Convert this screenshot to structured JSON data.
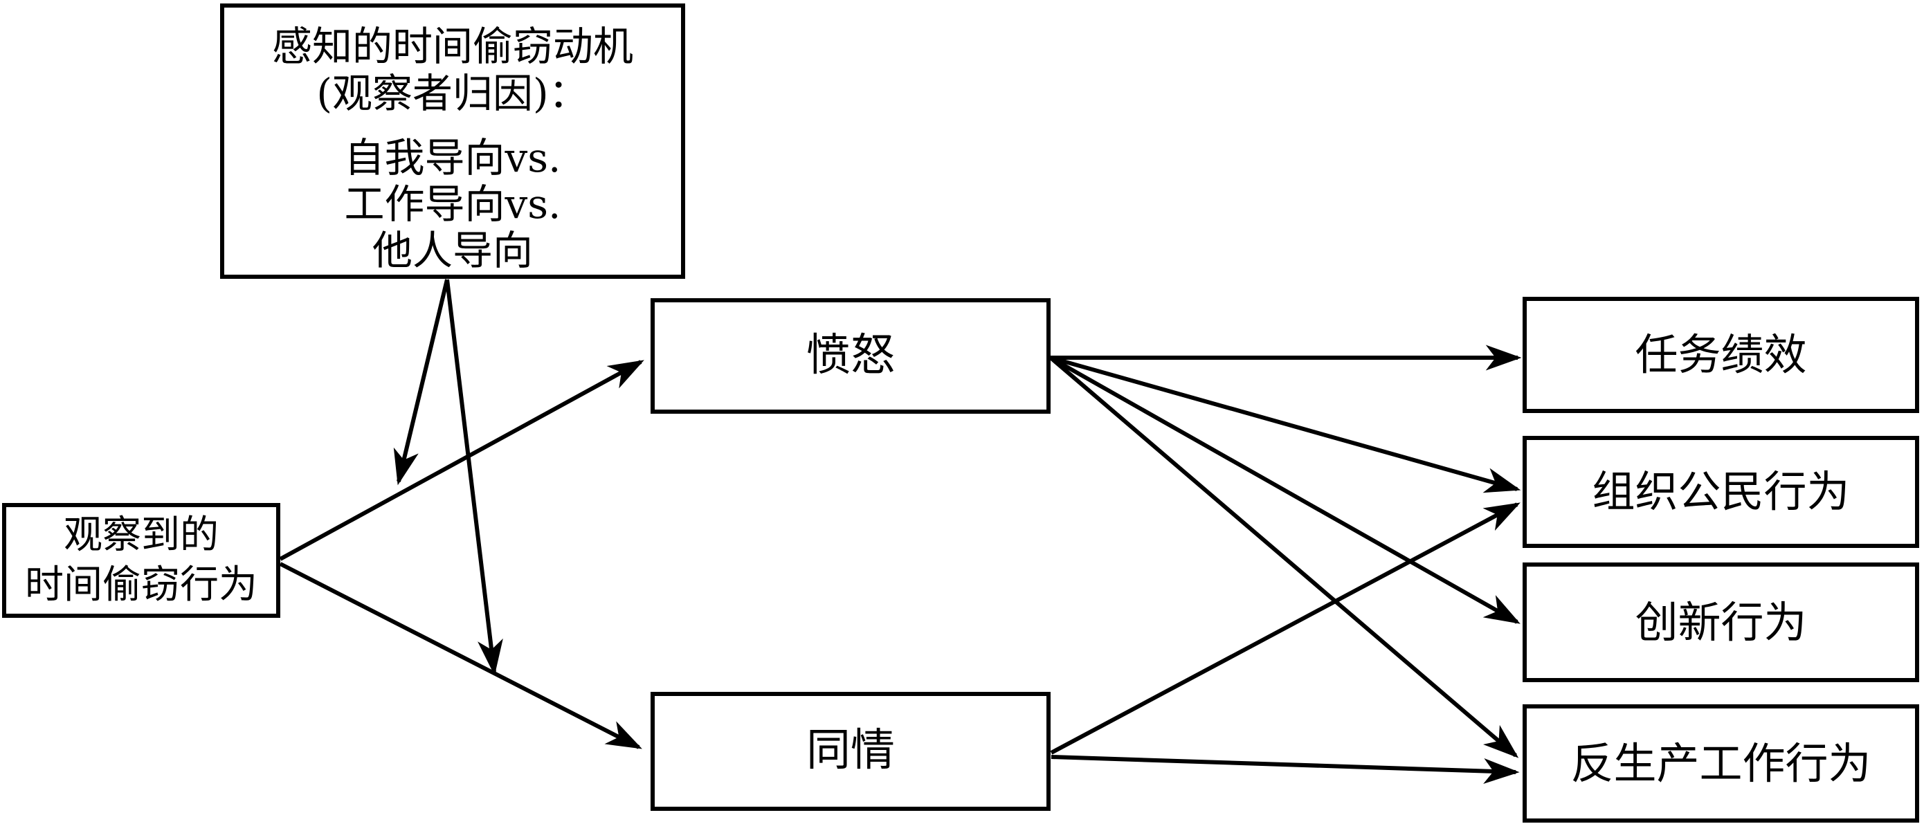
{
  "diagram": {
    "description": "概念模型图：观察到的时间偷窃行为经由情绪（愤怒/同情）影响结果变量，感知的时间偷窃动机起调节作用",
    "colors": {
      "ink": "#000000",
      "paper": "#ffffff"
    },
    "nodes": {
      "perceived_motive": {
        "title_line1": "感知的时间偷窃动机",
        "title_line2": "(观察者归因)：",
        "options": [
          "自我导向vs.",
          "工作导向vs.",
          "他人导向"
        ]
      },
      "observed_behavior": {
        "line1": "观察到的",
        "line2": "时间偷窃行为"
      },
      "anger": {
        "label": "愤怒"
      },
      "sympathy": {
        "label": "同情"
      },
      "task_performance": {
        "label": "任务绩效"
      },
      "ocb": {
        "label": "组织公民行为"
      },
      "innovation": {
        "label": "创新行为"
      },
      "cwb": {
        "label": "反生产工作行为"
      }
    },
    "edges": [
      {
        "from": "observed_behavior",
        "to": "anger",
        "type": "direct"
      },
      {
        "from": "observed_behavior",
        "to": "sympathy",
        "type": "direct"
      },
      {
        "from": "perceived_motive",
        "to": "path(observed_behavior→anger)",
        "type": "moderation"
      },
      {
        "from": "perceived_motive",
        "to": "path(observed_behavior→sympathy)",
        "type": "moderation"
      },
      {
        "from": "anger",
        "to": "task_performance",
        "type": "direct"
      },
      {
        "from": "anger",
        "to": "ocb",
        "type": "direct"
      },
      {
        "from": "anger",
        "to": "innovation",
        "type": "direct"
      },
      {
        "from": "anger",
        "to": "cwb",
        "type": "direct"
      },
      {
        "from": "sympathy",
        "to": "ocb",
        "type": "direct"
      },
      {
        "from": "sympathy",
        "to": "cwb",
        "type": "direct"
      }
    ]
  }
}
